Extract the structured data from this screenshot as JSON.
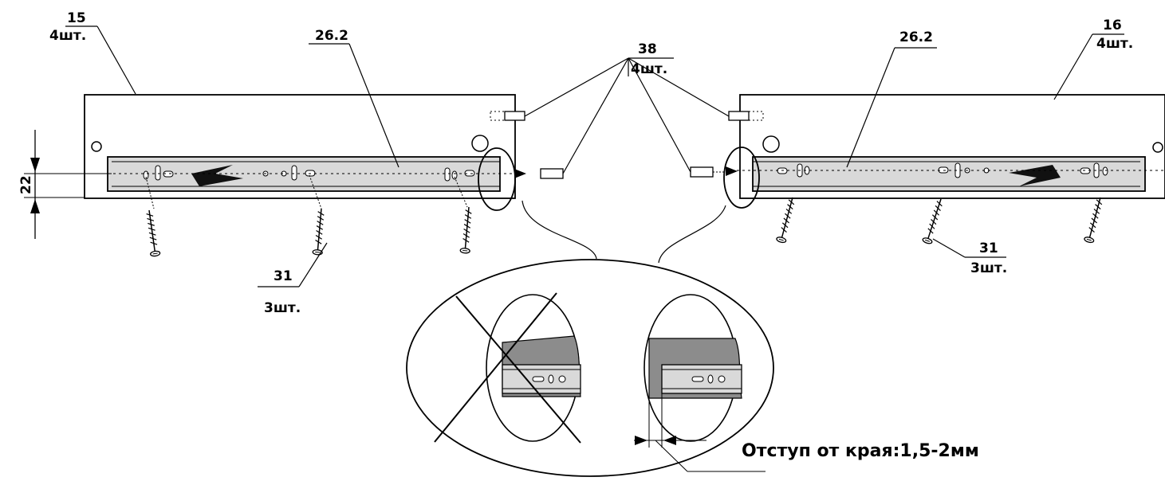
{
  "labels": {
    "part_15": "15",
    "qty_15": "4шт.",
    "part_16": "16",
    "qty_16": "4шт.",
    "slide_left": "26.2",
    "slide_right": "26.2",
    "part_38": "38",
    "qty_38": "4шт.",
    "screw_left": "31",
    "screw_left_qty": "3шт.",
    "screw_right": "31",
    "screw_right_qty": "3шт.",
    "dimension": "22",
    "offset_note": "Отступ от края:1,5-2мм"
  },
  "colors": {
    "line": "#000000",
    "rail_fill": "#d9d9d9",
    "panel_fill": "#ffffff",
    "detail_grey": "#8c8c8c"
  }
}
